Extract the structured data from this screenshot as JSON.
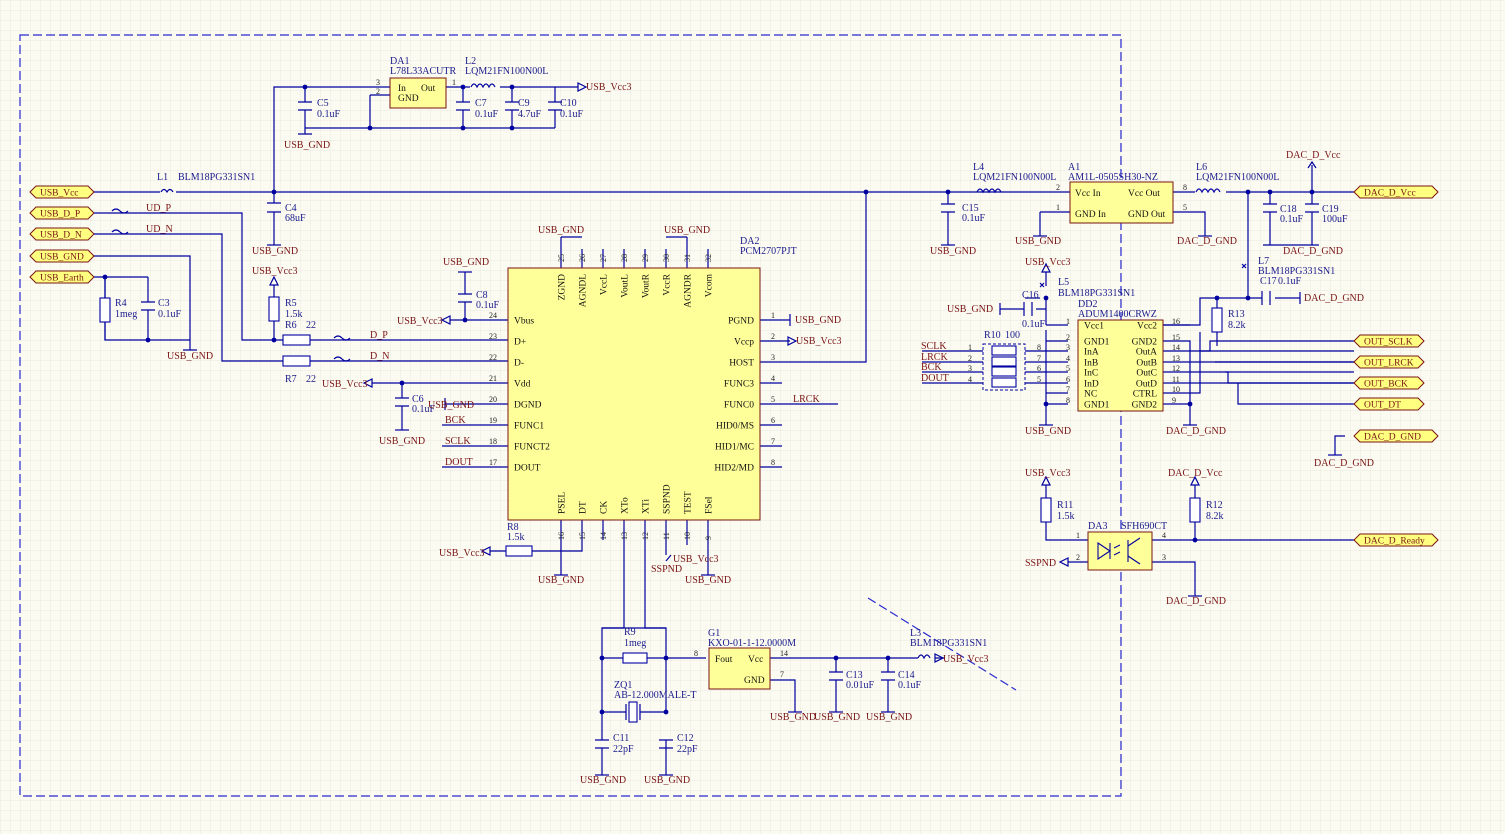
{
  "components": {
    "DA1": {
      "ref": "DA1",
      "part": "L78L33ACUTR",
      "p_in": "In",
      "p_out": "Out",
      "p_gnd": "GND"
    },
    "DA2": {
      "ref": "DA2",
      "part": "PCM2707PJT"
    },
    "A1": {
      "ref": "A1",
      "part": "AM1L-0505SH30-NZ",
      "p_vin": "Vcc In",
      "p_vout": "Vcc Out",
      "p_gin": "GND In",
      "p_gout": "GND Out"
    },
    "DD2": {
      "ref": "DD2",
      "part": "ADUM1400CRWZ"
    },
    "G1": {
      "ref": "G1",
      "part": "KXO-01-1-12.0000M",
      "p_fout": "Fout",
      "p_vcc": "Vcc",
      "p_gnd": "GND"
    },
    "DA3": {
      "ref": "DA3",
      "part": "SFH690CT"
    },
    "ZQ1": {
      "ref": "ZQ1",
      "part": "AB-12.000MALE-T"
    },
    "L1": {
      "ref": "L1",
      "part": "BLM18PG331SN1"
    },
    "L2": {
      "ref": "L2",
      "part": "LQM21FN100N00L"
    },
    "L3": {
      "ref": "L3",
      "part": "BLM18PG331SN1"
    },
    "L4": {
      "ref": "L4",
      "part": "LQM21FN100N00L"
    },
    "L5": {
      "ref": "L5",
      "part": "BLM18PG331SN1"
    },
    "L6": {
      "ref": "L6",
      "part": "LQM21FN100N00L"
    },
    "L7": {
      "ref": "L7",
      "part": "BLM18PG331SN1"
    },
    "C3": {
      "ref": "C3",
      "val": "0.1uF"
    },
    "C4": {
      "ref": "C4",
      "val": "68uF"
    },
    "C5": {
      "ref": "C5",
      "val": "0.1uF"
    },
    "C6": {
      "ref": "C6",
      "val": "0.1uF"
    },
    "C7": {
      "ref": "C7",
      "val": "0.1uF"
    },
    "C8": {
      "ref": "C8",
      "val": "0.1uF"
    },
    "C9": {
      "ref": "C9",
      "val": "4.7uF"
    },
    "C10": {
      "ref": "C10",
      "val": "0.1uF"
    },
    "C11": {
      "ref": "C11",
      "val": "22pF"
    },
    "C12": {
      "ref": "C12",
      "val": "22pF"
    },
    "C13": {
      "ref": "C13",
      "val": "0.01uF"
    },
    "C14": {
      "ref": "C14",
      "val": "0.1uF"
    },
    "C15": {
      "ref": "C15",
      "val": "0.1uF"
    },
    "C16": {
      "ref": "C16",
      "val": "0.1uF"
    },
    "C17": {
      "ref": "C17",
      "val": "0.1uF"
    },
    "C18": {
      "ref": "C18",
      "val": "0.1uF"
    },
    "C19": {
      "ref": "C19",
      "val": "100uF"
    },
    "R4": {
      "ref": "R4",
      "val": "1meg"
    },
    "R5": {
      "ref": "R5",
      "val": "1.5k"
    },
    "R6": {
      "ref": "R6",
      "val": "22"
    },
    "R7": {
      "ref": "R7",
      "val": "22"
    },
    "R8": {
      "ref": "R8",
      "val": "1.5k"
    },
    "R9": {
      "ref": "R9",
      "val": "1meg"
    },
    "R10": {
      "ref": "R10",
      "val": "100"
    },
    "R11": {
      "ref": "R11",
      "val": "1.5k"
    },
    "R12": {
      "ref": "R12",
      "val": "8.2k"
    },
    "R13": {
      "ref": "R13",
      "val": "8.2k"
    }
  },
  "ports": {
    "usb_vcc": "USB_Vcc",
    "usb_dp": "USB_D_P",
    "usb_dn": "USB_D_N",
    "usb_gnd": "USB_GND",
    "usb_earth": "USB_Earth",
    "dac_vcc": "DAC_D_Vcc",
    "dac_gnd": "DAC_D_GND",
    "dac_ready": "DAC_D_Ready",
    "out_sclk": "OUT_SCLK",
    "out_lrck": "OUT_LRCK",
    "out_bck": "OUT_BCK",
    "out_dt": "OUT_DT"
  },
  "nets": {
    "usb_gnd": "USB_GND",
    "usb_vcc3": "USB_Vcc3",
    "dac_gnd": "DAC_D_GND",
    "dac_vcc": "DAC_D_Vcc",
    "ud_p": "UD_P",
    "ud_n": "UD_N",
    "d_p": "D_P",
    "d_n": "D_N",
    "sclk": "SCLK",
    "lrck": "LRCK",
    "bck": "BCK",
    "dout": "DOUT",
    "sspnd": "SSPND"
  },
  "da2_left": [
    {
      "num": "24",
      "name": "Vbus"
    },
    {
      "num": "23",
      "name": "D+"
    },
    {
      "num": "22",
      "name": "D-"
    },
    {
      "num": "21",
      "name": "Vdd"
    },
    {
      "num": "20",
      "name": "DGND"
    },
    {
      "num": "19",
      "name": "FUNC1"
    },
    {
      "num": "18",
      "name": "FUNCT2"
    },
    {
      "num": "17",
      "name": "DOUT"
    }
  ],
  "da2_right": [
    {
      "num": "1",
      "name": "PGND"
    },
    {
      "num": "2",
      "name": "Vccp"
    },
    {
      "num": "3",
      "name": "HOST"
    },
    {
      "num": "4",
      "name": "FUNC3"
    },
    {
      "num": "5",
      "name": "FUNC0"
    },
    {
      "num": "6",
      "name": "HID0/MS"
    },
    {
      "num": "7",
      "name": "HID1/MC"
    },
    {
      "num": "8",
      "name": "HID2/MD"
    }
  ],
  "da2_top": [
    {
      "num": "25",
      "name": "ZGND"
    },
    {
      "num": "26",
      "name": "AGNDL"
    },
    {
      "num": "27",
      "name": "VccL"
    },
    {
      "num": "28",
      "name": "VoutL"
    },
    {
      "num": "29",
      "name": "VoutR"
    },
    {
      "num": "30",
      "name": "VccR"
    },
    {
      "num": "31",
      "name": "AGNDR"
    },
    {
      "num": "32",
      "name": "Vcom"
    }
  ],
  "da2_bottom": [
    {
      "num": "16",
      "name": "PSEL"
    },
    {
      "num": "15",
      "name": "DT"
    },
    {
      "num": "14",
      "name": "CK"
    },
    {
      "num": "13",
      "name": "XTo"
    },
    {
      "num": "12",
      "name": "XTi"
    },
    {
      "num": "11",
      "name": "SSPND"
    },
    {
      "num": "10",
      "name": "TEST"
    },
    {
      "num": "9",
      "name": "FSel"
    }
  ],
  "dd2_left": [
    {
      "num": "1",
      "name": "Vcc1"
    },
    {
      "num": "2",
      "name": "GND1"
    },
    {
      "num": "3",
      "name": "InA"
    },
    {
      "num": "4",
      "name": "InB"
    },
    {
      "num": "5",
      "name": "InC"
    },
    {
      "num": "6",
      "name": "InD"
    },
    {
      "num": "7",
      "name": "NC"
    },
    {
      "num": "8",
      "name": "GND1"
    }
  ],
  "dd2_right": [
    {
      "num": "16",
      "name": "Vcc2"
    },
    {
      "num": "15",
      "name": "GND2"
    },
    {
      "num": "14",
      "name": "OutA"
    },
    {
      "num": "13",
      "name": "OutB"
    },
    {
      "num": "12",
      "name": "OutC"
    },
    {
      "num": "11",
      "name": "OutD"
    },
    {
      "num": "10",
      "name": "CTRL"
    },
    {
      "num": "9",
      "name": "GND2"
    }
  ],
  "r10_left": [
    "1",
    "2",
    "3",
    "4"
  ],
  "r10_right": [
    "8",
    "7",
    "6",
    "5"
  ],
  "pins": {
    "da1_3": "3",
    "da1_2": "2",
    "da1_1": "1",
    "a1_2": "2",
    "a1_1": "1",
    "a1_8": "8",
    "a1_5": "5",
    "g1_8": "8",
    "g1_14": "14",
    "g1_7": "7",
    "da3_1": "1",
    "da3_2": "2",
    "da3_3": "3",
    "da3_4": "4"
  },
  "colors": {
    "wire": "#0000a0",
    "label": "#1a1a8c",
    "net": "#7a1414",
    "body": "#ffff99",
    "port": "#ffff80",
    "grid": "#e4e4dc",
    "frame": "#2a2ad0"
  }
}
